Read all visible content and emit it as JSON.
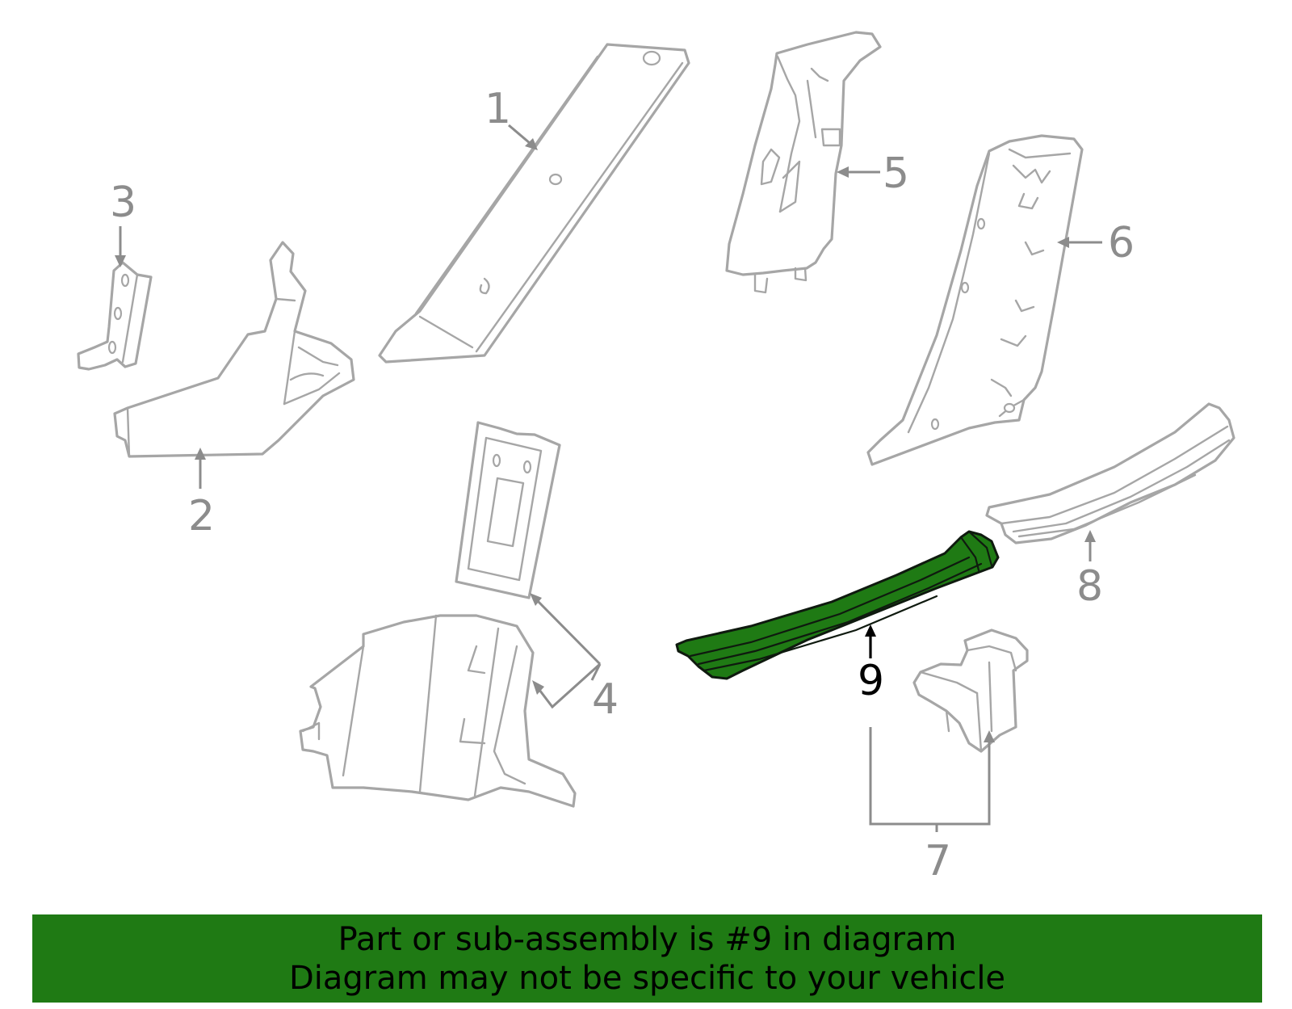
{
  "diagram": {
    "highlighted_part": "9",
    "highlight_color": "#1f7a14",
    "line_color": "#a6a6a6",
    "callouts": {
      "c1": "1",
      "c2": "2",
      "c3": "3",
      "c4": "4",
      "c5": "5",
      "c6": "6",
      "c7": "7",
      "c8": "8",
      "c9": "9"
    }
  },
  "banner": {
    "background": "#1f7a14",
    "line1": "Part or sub-assembly is #9 in diagram",
    "line2": "Diagram may not be specific to your vehicle"
  }
}
